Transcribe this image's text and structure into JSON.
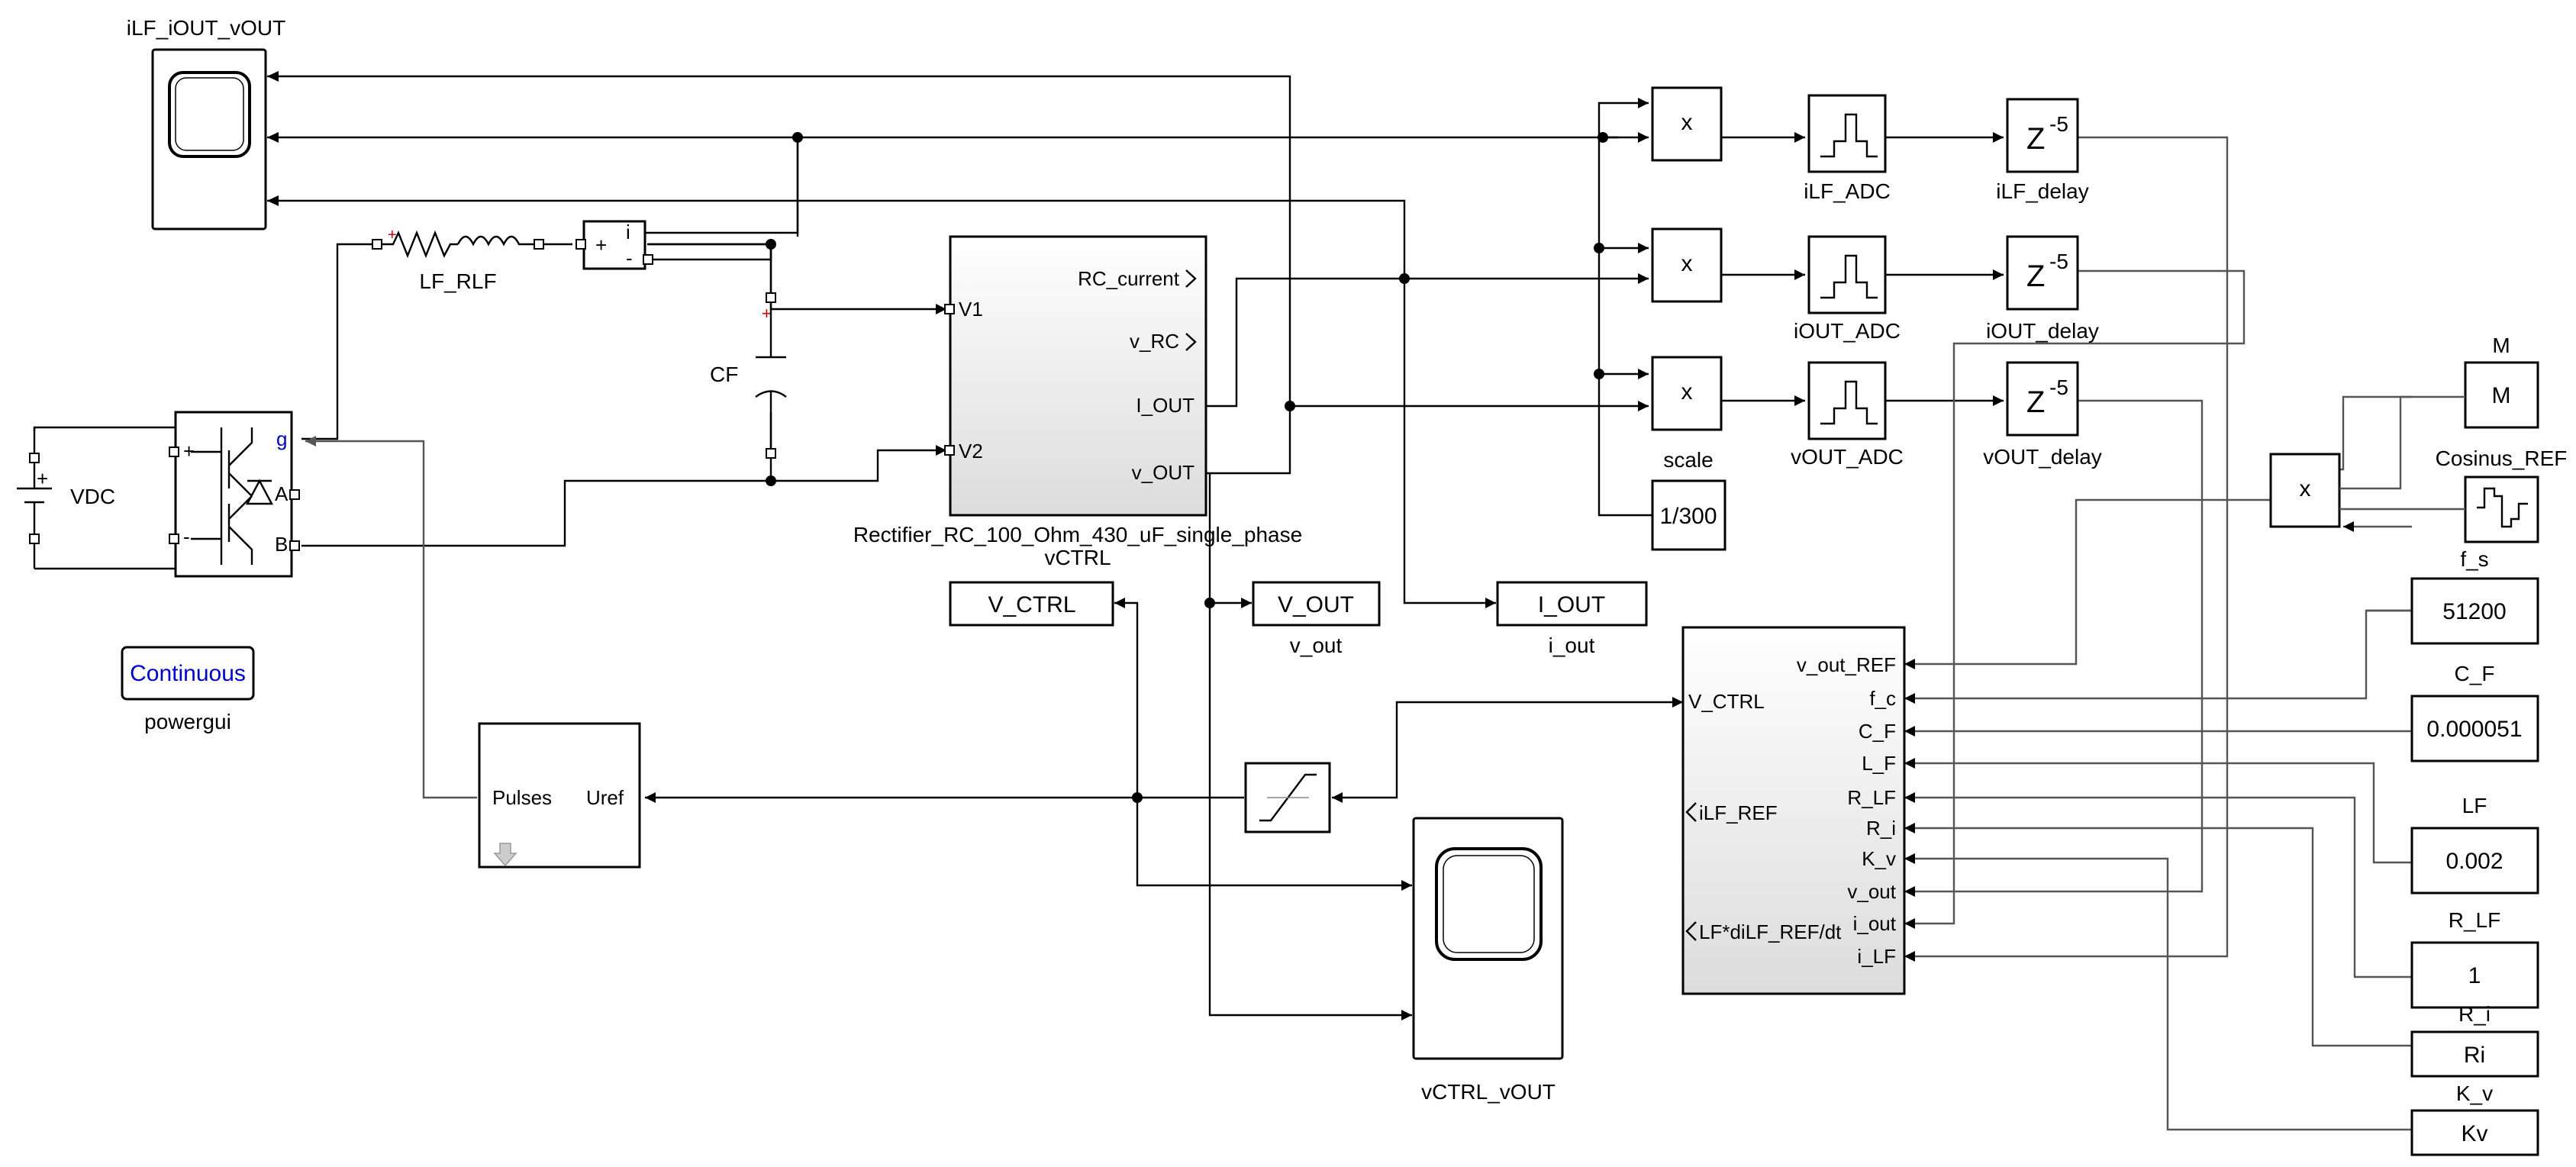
{
  "scope1": {
    "name": "iLF_iOUT_vOUT"
  },
  "scope2": {
    "name": "vCTRL_vOUT"
  },
  "lf_rlf": {
    "name": "LF_RLF"
  },
  "cf": {
    "name": "CF"
  },
  "meter": {
    "port_i": "i",
    "port_plus": "+",
    "port_minus": "-"
  },
  "vdc": {
    "name": "VDC",
    "plus": "+",
    "minus": "-"
  },
  "bridge": {
    "port_g": "g",
    "port_a": "A",
    "port_b": "B",
    "port_plus": "+",
    "port_minus": "-"
  },
  "rectifier": {
    "name": "Rectifier_RC_100_Ohm_430_uF_single_phase",
    "in_v1": "V1",
    "in_v2": "V2",
    "out_rc_current": "RC_current",
    "out_v_rc": "v_RC",
    "out_i_out": "I_OUT",
    "out_v_out": "v_OUT"
  },
  "vctrl_label": "vCTRL",
  "goto": {
    "v_ctrl": "V_CTRL",
    "v_out": "V_OUT",
    "i_out": "I_OUT",
    "v_out_sub": "v_out",
    "i_out_sub": "i_out"
  },
  "powergui": {
    "mode": "Continuous",
    "name": "powergui"
  },
  "pwm": {
    "in_pulses": "Pulses",
    "in_uref": "Uref"
  },
  "products": {
    "symbol": "x"
  },
  "adc": {
    "ilf": "iLF_ADC",
    "iout": "iOUT_ADC",
    "vout": "vOUT_ADC"
  },
  "delay": {
    "base": "Z",
    "exp": "-5",
    "ilf": "iLF_delay",
    "iout": "iOUT_delay",
    "vout": "vOUT_delay"
  },
  "scale": {
    "name": "scale",
    "value": "1/300"
  },
  "controller": {
    "left_ports": [
      "V_CTRL",
      "iLF_REF",
      "LF*diLF_REF/dt"
    ],
    "right_ports": [
      "v_out_REF",
      "f_c",
      "C_F",
      "L_F",
      "R_LF",
      "R_i",
      "K_v",
      "v_out",
      "i_out",
      "i_LF"
    ]
  },
  "constants": [
    {
      "name": "M",
      "value": "M"
    },
    {
      "name": "f_s",
      "value": "51200"
    },
    {
      "name": "C_F",
      "value": "0.000051"
    },
    {
      "name": "LF",
      "value": "0.002"
    },
    {
      "name": "R_LF",
      "value": "1"
    },
    {
      "name": "R_i",
      "value": "Ri"
    },
    {
      "name": "K_v",
      "value": "Kv"
    }
  ],
  "cosinus": {
    "name": "Cosinus_REF"
  }
}
